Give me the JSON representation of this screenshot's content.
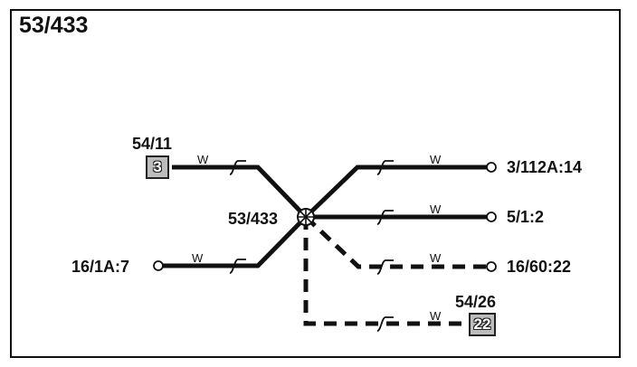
{
  "title": "53/433",
  "splice_label": "53/433",
  "wire_color_label": "W",
  "connectors": [
    {
      "id": "54/11",
      "pin": "3"
    },
    {
      "id": "54/26",
      "pin": "22"
    }
  ],
  "terminals": [
    {
      "label": "3/112A:14"
    },
    {
      "label": "5/1:2"
    },
    {
      "label": "16/60:22"
    },
    {
      "label": "16/1A:7"
    }
  ]
}
